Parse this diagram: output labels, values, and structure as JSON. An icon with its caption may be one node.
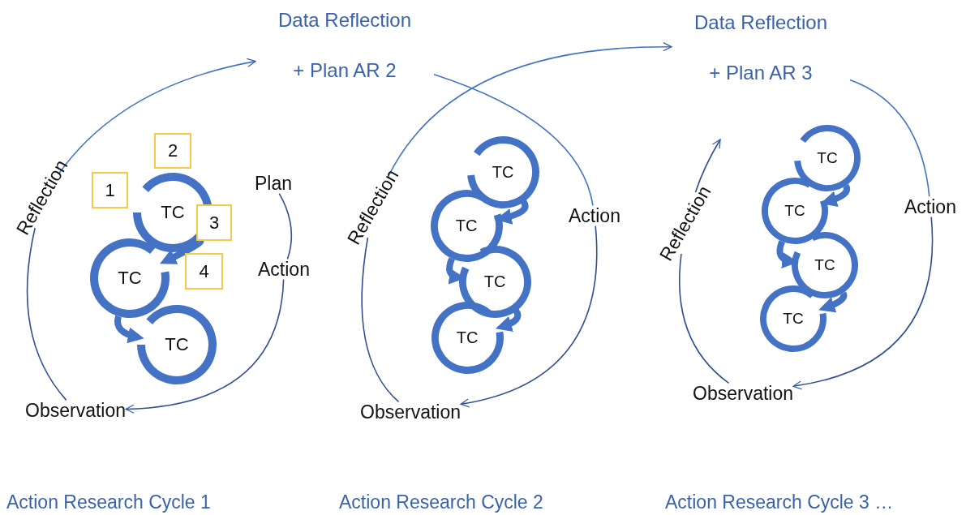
{
  "diagram": {
    "nodes": [
      {
        "text": [
          "Data Reflection",
          "+ Plan AR 2"
        ]
      },
      {
        "text": [
          "Data Reflection",
          "+ Plan AR 3"
        ]
      },
      {
        "text": [
          "Reflection"
        ]
      },
      {
        "text": [
          "2"
        ]
      },
      {
        "text": [
          "1"
        ]
      },
      {
        "text": [
          "Plan"
        ]
      },
      {
        "text": [
          "TC"
        ]
      },
      {
        "text": [
          "3"
        ]
      },
      {
        "text": [
          "TC"
        ]
      },
      {
        "text": [
          "Action"
        ]
      },
      {
        "text": [
          "4"
        ]
      },
      {
        "text": [
          "TC"
        ]
      },
      {
        "text": [
          "Observation"
        ]
      },
      {
        "text": [
          "Reflection"
        ]
      },
      {
        "text": [
          "TC"
        ]
      },
      {
        "text": [
          "TC"
        ]
      },
      {
        "text": [
          "TC"
        ]
      },
      {
        "text": [
          "TC"
        ]
      },
      {
        "text": [
          "Action"
        ]
      },
      {
        "text": [
          "Observation"
        ]
      },
      {
        "text": [
          "Reflection"
        ]
      },
      {
        "text": [
          "TC"
        ]
      },
      {
        "text": [
          "TC"
        ]
      },
      {
        "text": [
          "TC"
        ]
      },
      {
        "text": [
          "TC"
        ]
      },
      {
        "text": [
          "Action"
        ]
      },
      {
        "text": [
          "Observation"
        ]
      }
    ],
    "edges": [
      {
        "from": 12,
        "to": 2,
        "arrow": "none"
      },
      {
        "from": 2,
        "to": 0,
        "arrow": "to",
        "color": "#4472c4"
      },
      {
        "from": 5,
        "to": 9,
        "arrow": "none"
      },
      {
        "from": 9,
        "to": 12,
        "arrow": "to"
      },
      {
        "from": 6,
        "to": 8,
        "arrow": "to",
        "style": "thick"
      },
      {
        "from": 8,
        "to": 11,
        "arrow": "to",
        "style": "thick"
      },
      {
        "from": 0,
        "to": 18,
        "arrow": "none",
        "color": "#4472c4"
      },
      {
        "from": 18,
        "to": 19,
        "arrow": "to"
      },
      {
        "from": 19,
        "to": 13,
        "arrow": "none"
      },
      {
        "from": 13,
        "to": 1,
        "arrow": "to",
        "color": "#4472c4"
      },
      {
        "from": 14,
        "to": 15,
        "arrow": "to",
        "style": "thick"
      },
      {
        "from": 15,
        "to": 16,
        "arrow": "to",
        "style": "thick"
      },
      {
        "from": 16,
        "to": 17,
        "arrow": "to",
        "style": "thick"
      },
      {
        "from": 1,
        "to": 25,
        "arrow": "none",
        "color": "#4472c4"
      },
      {
        "from": 25,
        "to": 26,
        "arrow": "to"
      },
      {
        "from": 26,
        "to": 20,
        "arrow": "none"
      },
      {
        "from": 20,
        "to": null,
        "arrow": "to"
      },
      {
        "from": 21,
        "to": 22,
        "arrow": "to",
        "style": "thick"
      },
      {
        "from": 22,
        "to": 23,
        "arrow": "to",
        "style": "thick"
      },
      {
        "from": 23,
        "to": 24,
        "arrow": "to",
        "style": "thick"
      }
    ],
    "labels": [
      "Action Research Cycle 1",
      "Action Research Cycle 2",
      "Action Research Cycle 3 …"
    ]
  }
}
